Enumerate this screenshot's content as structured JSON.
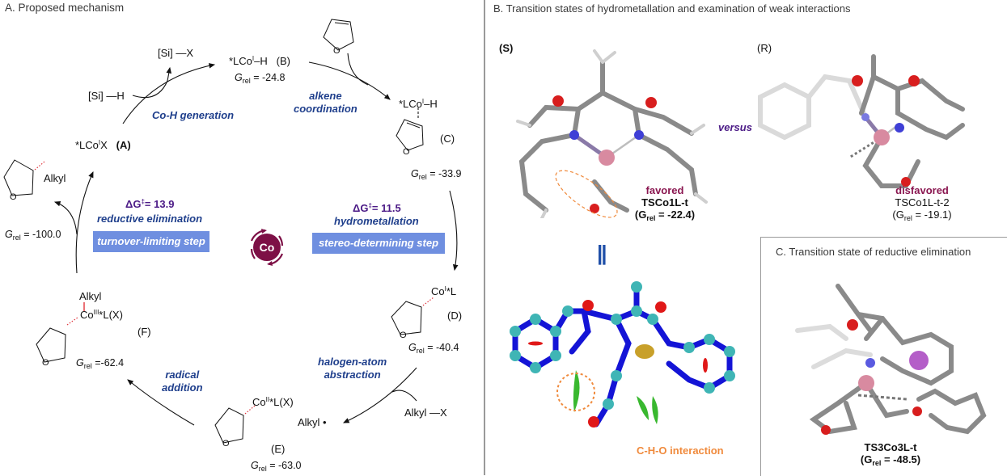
{
  "panelA": {
    "title": "A. Proposed mechanism",
    "species": {
      "A": {
        "formula_pre": "*LCo",
        "formula_sup": "I",
        "formula_post": "X",
        "label": "(A)"
      },
      "B": {
        "formula_pre": "*LCo",
        "formula_sup": "I",
        "formula_post": "–H",
        "label": "(B)",
        "grel_symbol": "G",
        "grel_sub": "rel",
        "grel_value": "= -24.8"
      },
      "C": {
        "formula_pre": "*LCo",
        "formula_sup": "I",
        "formula_post": "–H",
        "label": "(C)",
        "grel_symbol": "G",
        "grel_sub": "rel",
        "grel_value": "= -33.9"
      },
      "D": {
        "formula_pre": "Co",
        "formula_sup": "I",
        "formula_post": "*L",
        "label": "(D)",
        "grel_symbol": "G",
        "grel_sub": "rel",
        "grel_value": "= -40.4"
      },
      "E": {
        "formula_pre": "Co",
        "formula_sup": "II",
        "formula_post": "*L(X)",
        "label": "(E)",
        "grel_symbol": "G",
        "grel_sub": "rel",
        "grel_value": "= -63.0"
      },
      "F": {
        "alkyl": "Alkyl",
        "formula_pre": "Co",
        "formula_sup": "III",
        "formula_post": "*L(X)",
        "label": "(F)",
        "grel_symbol": "G",
        "grel_sub": "rel",
        "grel_value": "=-62.4"
      },
      "product": {
        "alkyl": "Alkyl",
        "grel_symbol": "G",
        "grel_sub": "rel",
        "grel_value": "= -100.0"
      }
    },
    "reagents": {
      "si_h": "[Si] —H",
      "si_x": "[Si] —X",
      "alkyl_x": "Alkyl —X",
      "alkyl_radical": "Alkyl •"
    },
    "steps": {
      "coh_generation": "Co-H generation",
      "alkene_coordination_1": "alkene",
      "alkene_coordination_2": "coordination",
      "halogen_abstraction_1": "halogen-atom",
      "halogen_abstraction_2": "abstraction",
      "radical_addition_1": "radical",
      "radical_addition_2": "addition"
    },
    "barriers": {
      "reductive": {
        "prefix": "ΔG",
        "sup": "‡",
        "value": "= 13.9",
        "name": "reductive elimination",
        "box": "turnover-limiting step"
      },
      "hydrometal": {
        "prefix": "ΔG",
        "sup": "‡",
        "value": "= 11.5",
        "name": "hydrometallation",
        "box": "stereo-determining step"
      }
    },
    "center_icon": {
      "label": "Co",
      "color": "#7d1046"
    },
    "colors": {
      "step_text": "#1f3f8c",
      "barrier_text": "#4b1a86",
      "box_fill": "#6f8fe0",
      "hash_bond": "#e0343c"
    }
  },
  "panelB": {
    "title": "B. Transition states of hydrometallation and examination of weak interactions",
    "left": {
      "config": "(S)",
      "status": "favored",
      "name": "TSCo1L-t",
      "g_open": "(G",
      "g_sub": "rel",
      "g_value": " = -22.4)"
    },
    "versus": "versus",
    "right": {
      "config": "(R)",
      "status": "disfavored",
      "name": "TSCo1L-t-2",
      "g_open": "(G",
      "g_sub": "rel",
      "g_value": " = -19.1)"
    },
    "equals_symbol": "||",
    "nci_label": "C-H-O interaction",
    "colors": {
      "status": "#8a1650",
      "nci_label": "#f08a3c",
      "versus": "#4b1a86"
    }
  },
  "panelC": {
    "title": "C. Transition state of reductive elimination",
    "name": "TS3Co3L-t",
    "g_open": "(G",
    "g_sub": "rel",
    "g_value": " = -48.5)"
  }
}
